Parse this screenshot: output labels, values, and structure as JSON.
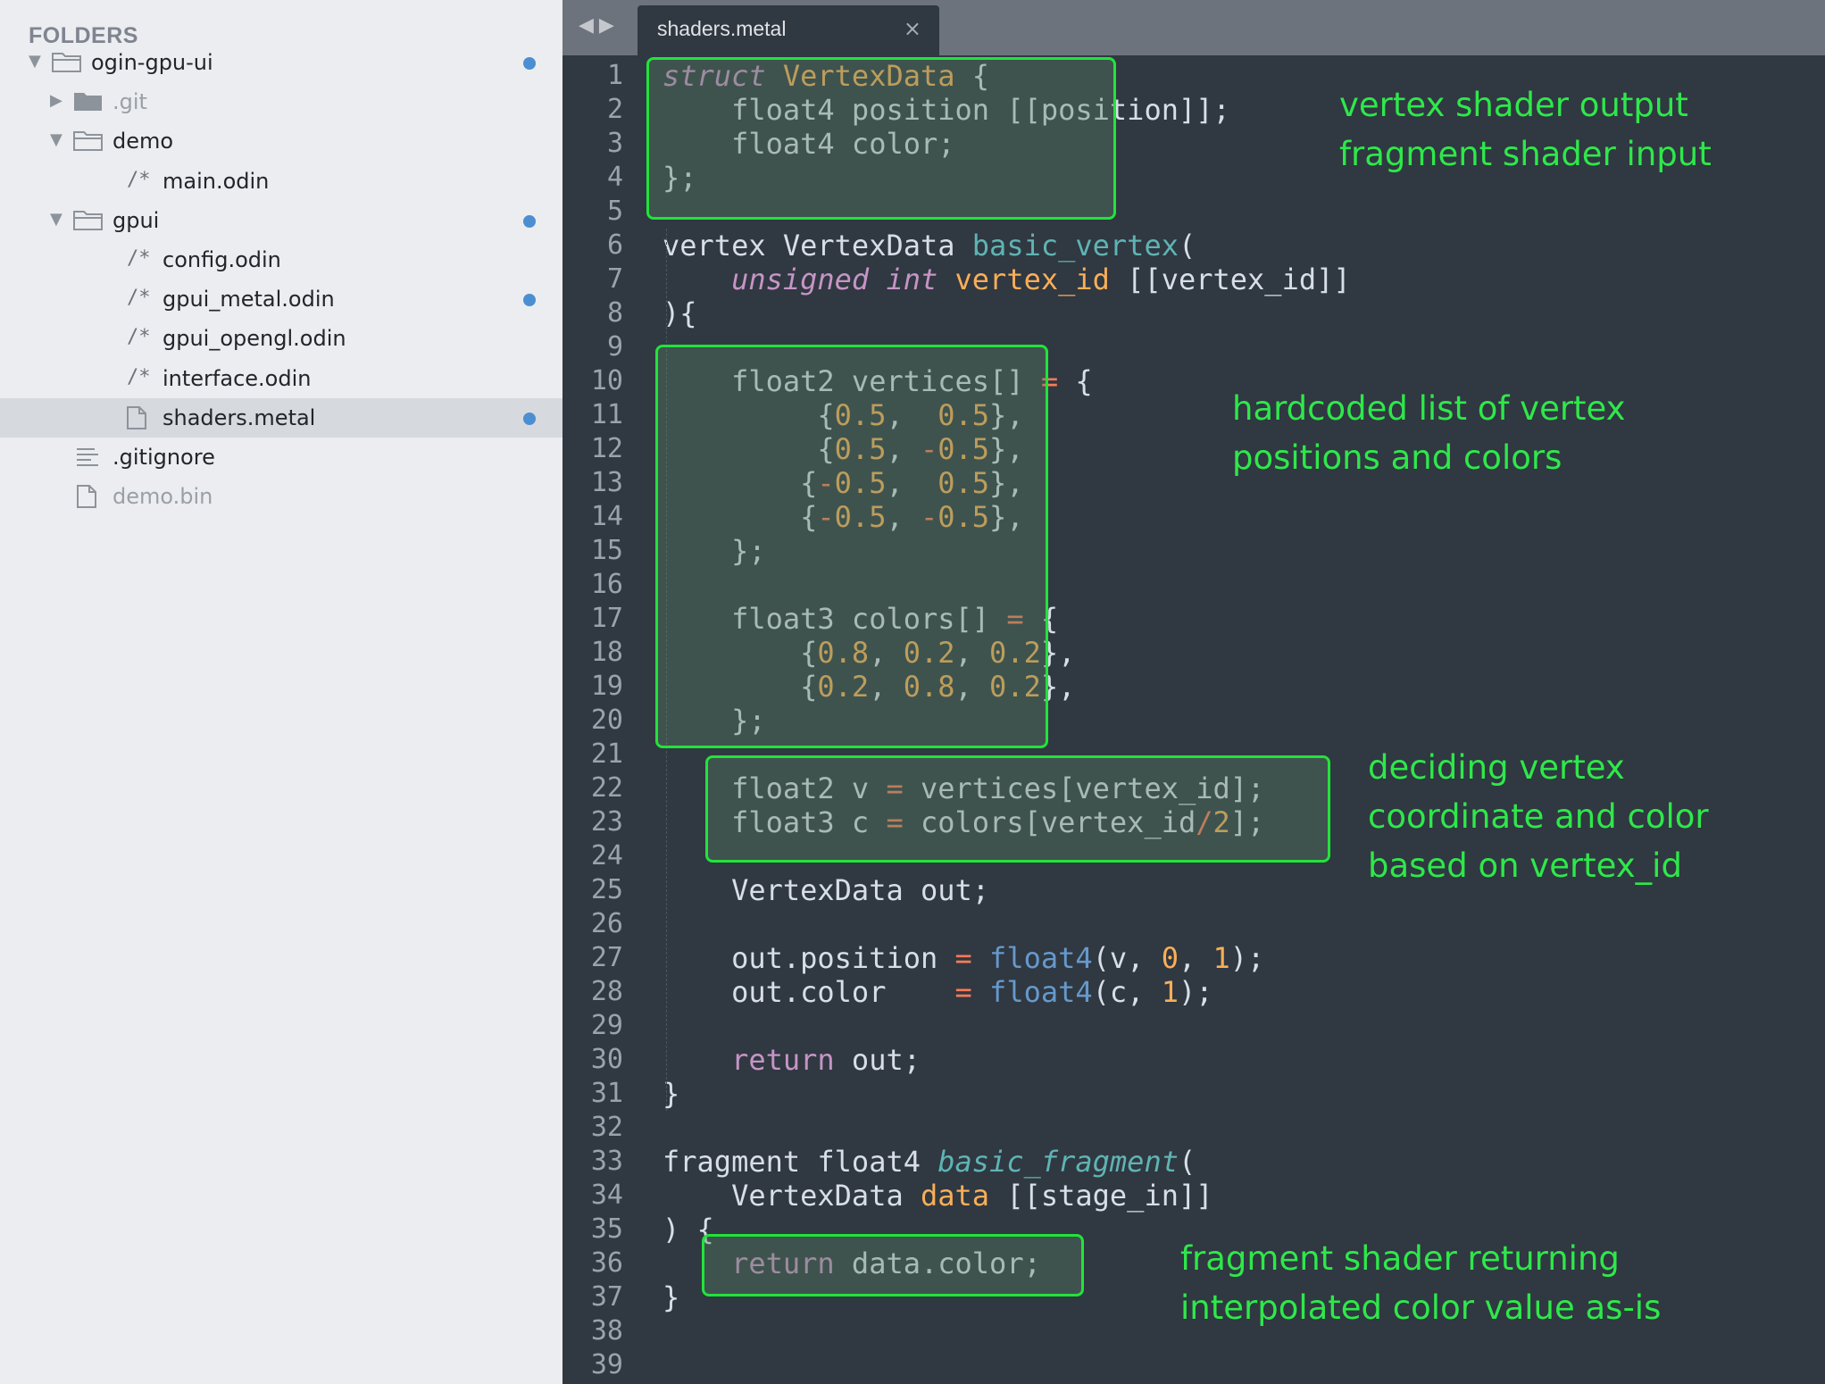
{
  "sidebar": {
    "title": "FOLDERS",
    "items": [
      {
        "label": "ogin-gpu-ui",
        "kind": "folder-open",
        "depth": 0,
        "expanded": true,
        "modified": true
      },
      {
        "label": ".git",
        "kind": "folder",
        "depth": 1,
        "expanded": false,
        "dim": true
      },
      {
        "label": "demo",
        "kind": "folder-open",
        "depth": 1,
        "expanded": true
      },
      {
        "label": "main.odin",
        "kind": "comment-file",
        "depth": 2
      },
      {
        "label": "gpui",
        "kind": "folder-open",
        "depth": 1,
        "expanded": true,
        "modified": true
      },
      {
        "label": "config.odin",
        "kind": "comment-file",
        "depth": 2
      },
      {
        "label": "gpui_metal.odin",
        "kind": "comment-file",
        "depth": 2,
        "modified": true
      },
      {
        "label": "gpui_opengl.odin",
        "kind": "comment-file",
        "depth": 2
      },
      {
        "label": "interface.odin",
        "kind": "comment-file",
        "depth": 2
      },
      {
        "label": "shaders.metal",
        "kind": "file",
        "depth": 2,
        "selected": true,
        "modified": true
      },
      {
        "label": ".gitignore",
        "kind": "text-file",
        "depth": 1
      },
      {
        "label": "demo.bin",
        "kind": "file",
        "depth": 1,
        "dim": true
      }
    ],
    "comment_glyph": "/*"
  },
  "tabs": [
    {
      "label": "shaders.metal",
      "close": "×",
      "active": true
    }
  ],
  "nav": {
    "back": "◀",
    "forward": "▶"
  },
  "editor": {
    "line_count": 39,
    "lines": [
      "struct VertexData {",
      "    float4 position [[position]];",
      "    float4 color;",
      "};",
      "",
      "vertex VertexData basic_vertex(",
      "    unsigned int vertex_id [[vertex_id]]",
      "){",
      "",
      "    float2 vertices[] = {",
      "         {0.5,  0.5},",
      "         {0.5, -0.5},",
      "        {-0.5,  0.5},",
      "        {-0.5, -0.5},",
      "    };",
      "",
      "    float3 colors[] = {",
      "        {0.8, 0.2, 0.2},",
      "        {0.2, 0.8, 0.2},",
      "    };",
      "",
      "    float2 v = vertices[vertex_id];",
      "    float3 c = colors[vertex_id/2];",
      "",
      "    VertexData out;",
      "",
      "    out.position = float4(v, 0, 1);",
      "    out.color    = float4(c, 1);",
      "",
      "    return out;",
      "}",
      "",
      "fragment float4 basic_fragment(",
      "    VertexData data [[stage_in]]",
      ") {",
      "    return data.color;",
      "}",
      "",
      ""
    ]
  },
  "annotations": [
    {
      "text": "vertex shader output\nfragment shader input",
      "lines": [
        1,
        4
      ]
    },
    {
      "text": "hardcoded list of vertex\npositions and colors",
      "lines": [
        10,
        20
      ]
    },
    {
      "text": "deciding vertex\ncoordinate and color\nbased on vertex_id",
      "lines": [
        22,
        23
      ]
    },
    {
      "text": "fragment shader returning\ninterpolated color value as-is",
      "lines": [
        36,
        36
      ]
    }
  ],
  "colors": {
    "sidebar_bg": "#ecedf0",
    "editor_bg": "#303841",
    "tab_bar_bg": "#6d737c",
    "modified_dot": "#4b8fd2",
    "annotation": "#2ee84a",
    "keyword": "#c694c6",
    "type": "#f9ae58",
    "function": "#5fb4b4",
    "operator": "#f97b58",
    "builtin": "#6699cc"
  }
}
